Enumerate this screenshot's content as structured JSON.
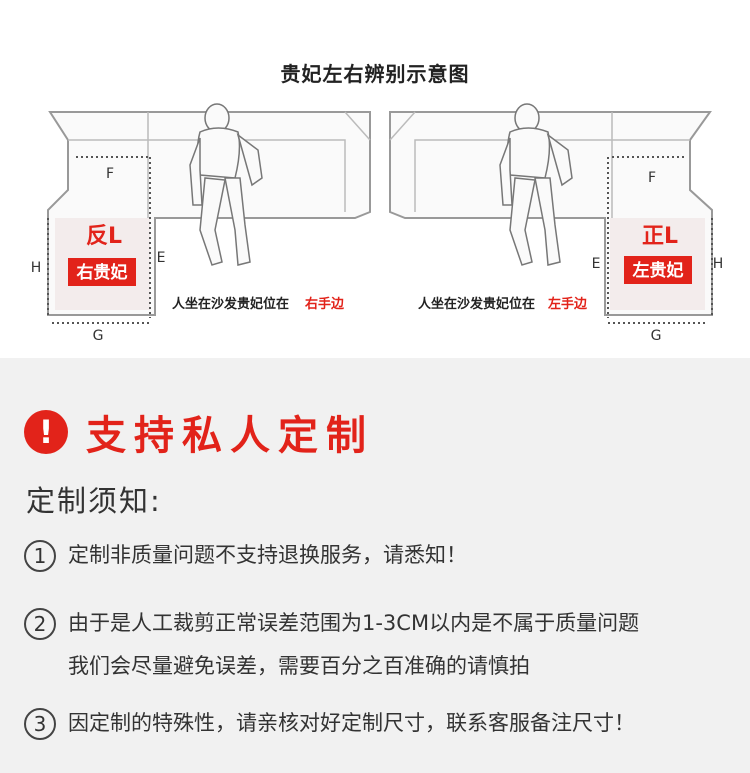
{
  "diagram": {
    "title": "贵妃左右辨别示意图",
    "left": {
      "direction_label": "反L",
      "badge": "右贵妃",
      "caption_prefix": "人坐在沙发贵妃位在",
      "caption_highlight": "右手边",
      "labels": {
        "f": "F",
        "e": "E",
        "h": "H",
        "g": "G"
      }
    },
    "right": {
      "direction_label": "正L",
      "badge": "左贵妃",
      "caption_prefix": "人坐在沙发贵妃位在",
      "caption_highlight": "左手边",
      "labels": {
        "f": "F",
        "e": "E",
        "h": "H",
        "g": "G"
      }
    }
  },
  "notice": {
    "alert_icon": "!",
    "title": "支持私人定制",
    "subtitle": "定制须知:",
    "items": [
      {
        "num": "1",
        "lines": [
          "定制非质量问题不支持退换服务，请悉知！"
        ]
      },
      {
        "num": "2",
        "lines": [
          "由于是人工裁剪正常误差范围为1-3CM以内是不属于质量问题",
          "我们会尽量避免误差，需要百分之百准确的请慎拍"
        ]
      },
      {
        "num": "3",
        "lines": [
          "因定制的特殊性，请亲核对好定制尺寸，联系客服备注尺寸！"
        ]
      }
    ]
  },
  "colors": {
    "accent": "#e2231a",
    "panel_bg": "#f1f1f1",
    "text": "#333333"
  }
}
